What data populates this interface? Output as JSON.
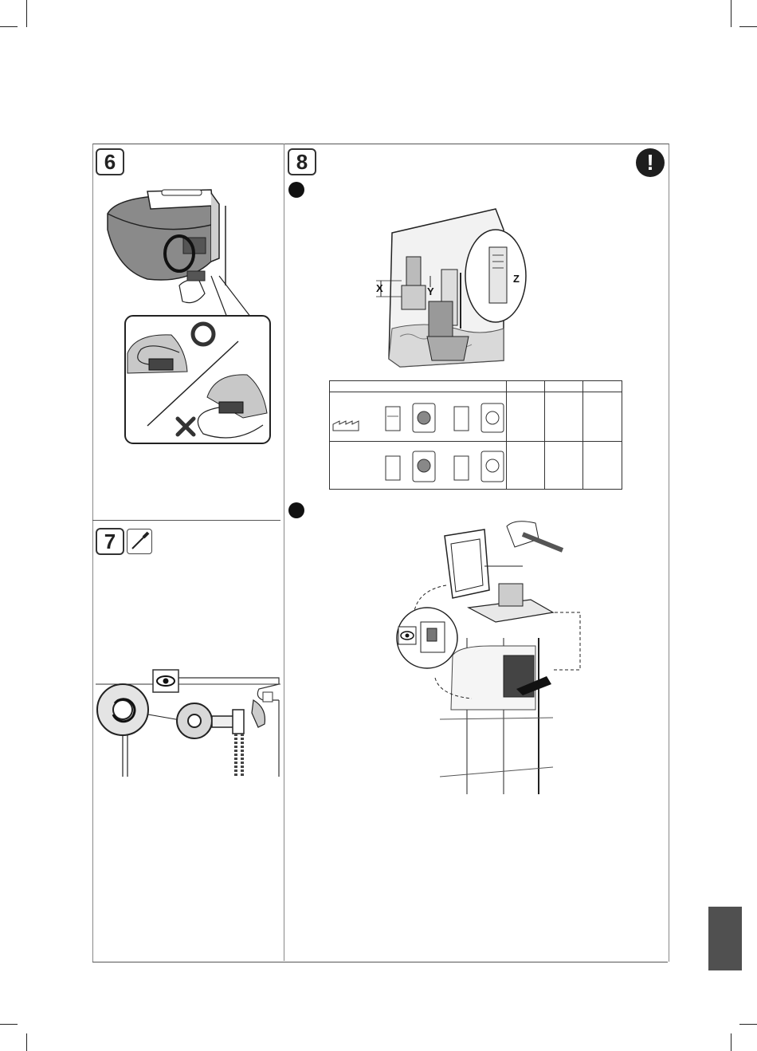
{
  "steps": {
    "step6": {
      "number": "6"
    },
    "step7": {
      "number": "7"
    },
    "step8": {
      "number": "8"
    }
  },
  "step8_labels": {
    "x": "X",
    "y": "Y",
    "z": "Z"
  },
  "warning_symbol": "!",
  "icons": {
    "step7_tool": "screwdriver-icon",
    "eye": "eye-icon",
    "correct": "circle-ok-icon",
    "wrong": "cross-icon",
    "warning": "exclamation-icon"
  },
  "colors": {
    "accent_dark": "#1e1e1e",
    "section_tab": "#505050",
    "line": "#333333"
  }
}
